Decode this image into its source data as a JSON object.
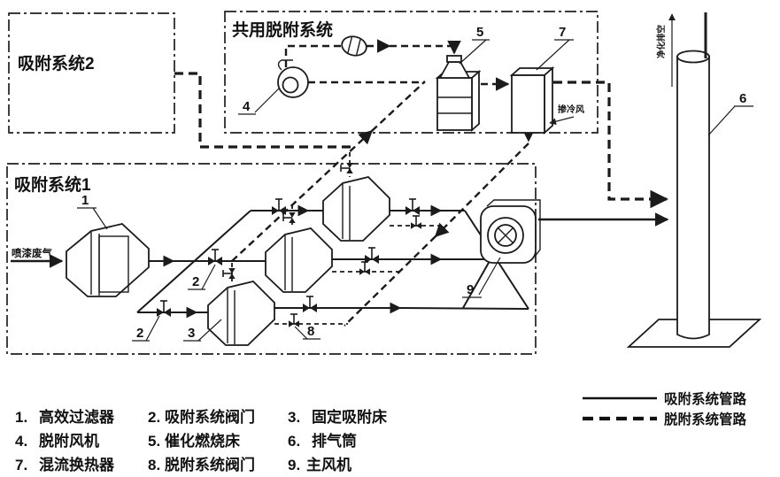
{
  "titles": {
    "system2": "吸附系统2",
    "shared_desorption": "共用脱附系统",
    "system1": "吸附系统1"
  },
  "flow_labels": {
    "inlet_gas": "喷漆废气",
    "cold_air_makeup": "掺冷风",
    "stack_outlet": "净化排空"
  },
  "component_numbers": {
    "n1": "1",
    "n2a": "2",
    "n2b": "2",
    "n3": "3",
    "n4": "4",
    "n5": "5",
    "n6": "6",
    "n7": "7",
    "n8": "8",
    "n9": "9"
  },
  "legend": {
    "items": [
      {
        "num": "1.",
        "label": "高效过滤器"
      },
      {
        "num": "2.",
        "label": "吸附系统阀门"
      },
      {
        "num": "3.",
        "label": "固定吸附床"
      },
      {
        "num": "4.",
        "label": "脱附风机"
      },
      {
        "num": "5.",
        "label": "催化燃烧床"
      },
      {
        "num": "6.",
        "label": "排气筒"
      },
      {
        "num": "7.",
        "label": "混流换热器"
      },
      {
        "num": "8.",
        "label": "脱附系统阀门"
      },
      {
        "num": "9.",
        "label": "主风机"
      }
    ]
  },
  "line_legend": {
    "solid": "吸附系统管路",
    "dashed": "脱附系统管路"
  },
  "colors": {
    "ink": "#1b1b1b",
    "background": "#ffffff"
  }
}
